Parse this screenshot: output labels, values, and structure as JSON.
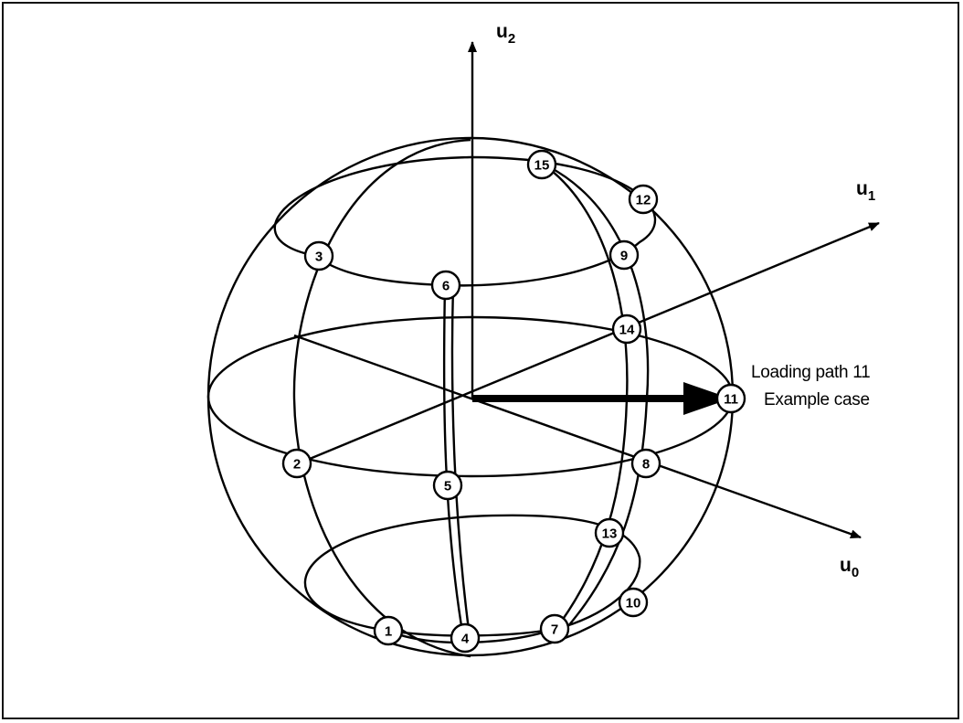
{
  "axes": {
    "u0": {
      "base": "u",
      "sub": "0"
    },
    "u1": {
      "base": "u",
      "sub": "1"
    },
    "u2": {
      "base": "u",
      "sub": "2"
    }
  },
  "nodes": [
    "1",
    "2",
    "3",
    "4",
    "5",
    "6",
    "7",
    "8",
    "9",
    "10",
    "11",
    "12",
    "13",
    "14",
    "15"
  ],
  "annotation": {
    "line1": "Loading path 11",
    "line2": "Example case"
  }
}
